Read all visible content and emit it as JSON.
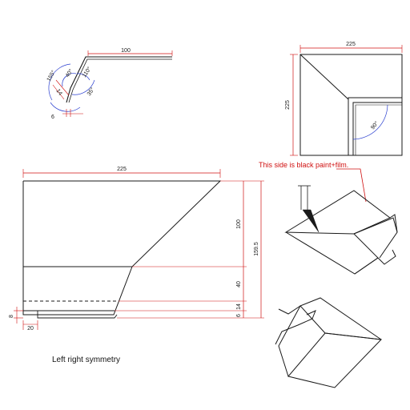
{
  "colors": {
    "line": "#1a1a1a",
    "dimension_red": "#d01010",
    "dimension_blue": "#2a3fd0",
    "note_red": "#d01010"
  },
  "profile": {
    "flange_length": "100",
    "angles": [
      "155°",
      "40°",
      "110°",
      "35°"
    ],
    "small_dims": [
      "14",
      "6"
    ]
  },
  "corner_top_view": {
    "width": "225",
    "height": "225",
    "angle": "90°"
  },
  "side_elevation": {
    "width": "225",
    "heights": [
      "100",
      "40",
      "14",
      "6"
    ],
    "total_height": "159.5",
    "left_small": "8",
    "bottom_small": "20"
  },
  "annotation": {
    "black_side_note": "This side is black paint+film."
  },
  "caption": "Left right symmetry"
}
